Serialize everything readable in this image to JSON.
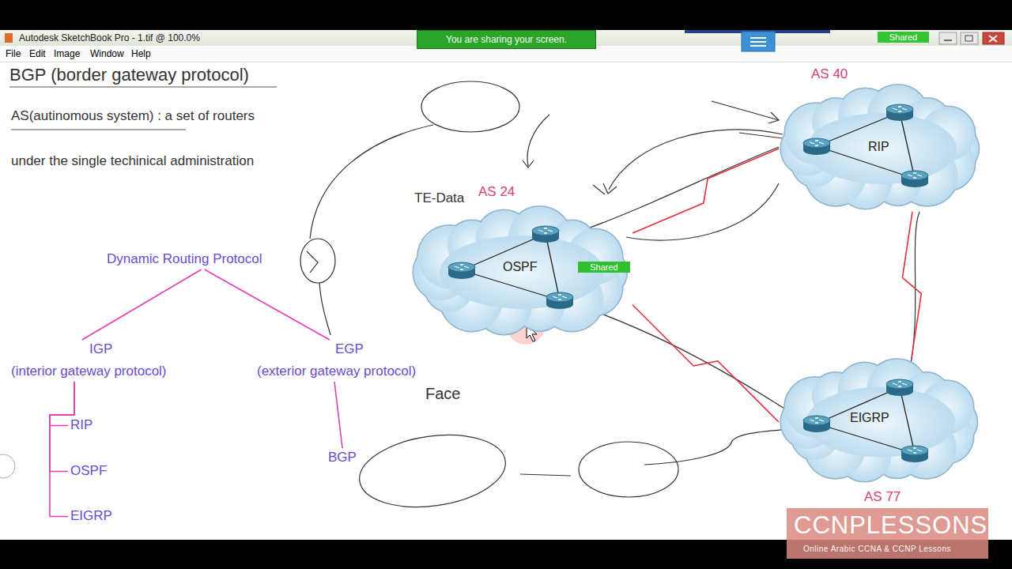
{
  "diagram": {
    "title": "BGP (border gateway protocol)",
    "nodes": [
      {
        "text": [
          "Dynamic Routing Protocol"
        ]
      },
      {
        "text": [
          "IGP",
          "(interior gateway protocol)"
        ]
      },
      {
        "text": [
          "EGP",
          "(exterior gateway protocol)"
        ]
      },
      {
        "text": [
          "RIP"
        ]
      },
      {
        "text": [
          "OSPF"
        ]
      },
      {
        "text": [
          "EIGRP"
        ]
      },
      {
        "text": [
          "BGP"
        ]
      },
      {
        "text": [
          "AS 24",
          "OSPF"
        ]
      },
      {
        "text": [
          "AS 40",
          "RIP"
        ]
      },
      {
        "text": [
          "EIGRP",
          "AS 77"
        ]
      }
    ],
    "edges": [
      {
        "from": 0,
        "to": 1,
        "arrow": "none"
      },
      {
        "from": 0,
        "to": 2,
        "arrow": "none"
      },
      {
        "from": 1,
        "to": 3,
        "arrow": "none"
      },
      {
        "from": 1,
        "to": 4,
        "arrow": "none"
      },
      {
        "from": 1,
        "to": 5,
        "arrow": "none"
      },
      {
        "from": 2,
        "to": 6,
        "arrow": "none"
      },
      {
        "from": 7,
        "to": 8,
        "arrow": "none"
      },
      {
        "from": 7,
        "to": 9,
        "arrow": "none"
      },
      {
        "from": 8,
        "to": 9,
        "arrow": "none"
      }
    ],
    "labels": [
      "Autodesk SketchBook Pro - 1.tif @ 100.0%",
      "You are sharing your screen.",
      "Shared",
      "File",
      "Edit",
      "Image",
      "Window",
      "Help",
      "AS(autinomous system) : a set of routers",
      "under the single techinical administration",
      "TE-Data",
      "Face",
      "Shared",
      "CCNPLESSONS",
      "Online Arabic CCNA & CCNP Lessons"
    ]
  }
}
